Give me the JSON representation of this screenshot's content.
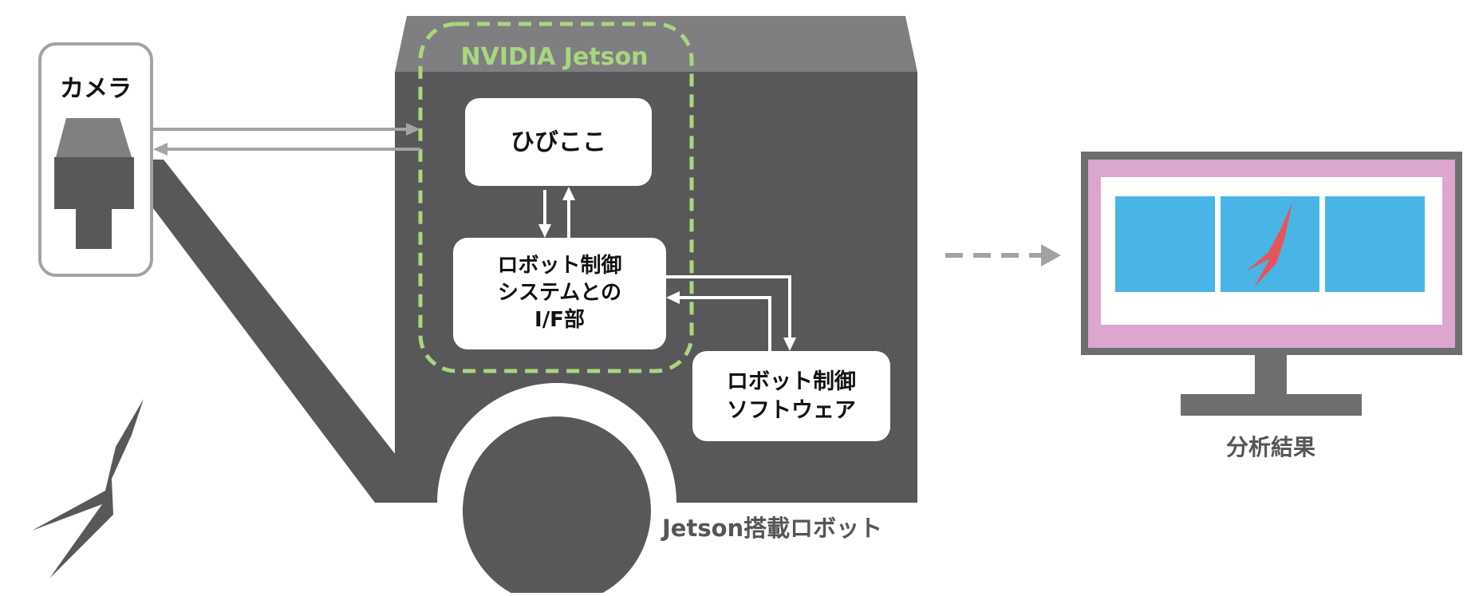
{
  "labels": {
    "camera": "カメラ",
    "jetson_group": "NVIDIA Jetson",
    "hibikoko": "ひびここ",
    "robot_if": "ロボット制御\nシステムとの\nI/F部",
    "robot_sw": "ロボット制御\nソフトウェア",
    "robot_caption": "Jetson搭載ロボット",
    "result_caption": "分析結果"
  },
  "colors": {
    "robot_body": "#58585a",
    "robot_top": "#7f7f81",
    "jetson_accent": "#a9d67f",
    "arrow_gray": "#a3a3a3",
    "screen_frame": "#6e6e70",
    "screen_border": "#dca6cf",
    "panel_blue": "#48b5e6",
    "crack_red": "#e9535a",
    "text_dark": "#111111",
    "caption_gray": "#555555"
  },
  "icons": {
    "camera": "camera-icon",
    "robot": "robot-body-icon",
    "monitor": "monitor-icon",
    "crack": "crack-icon"
  }
}
